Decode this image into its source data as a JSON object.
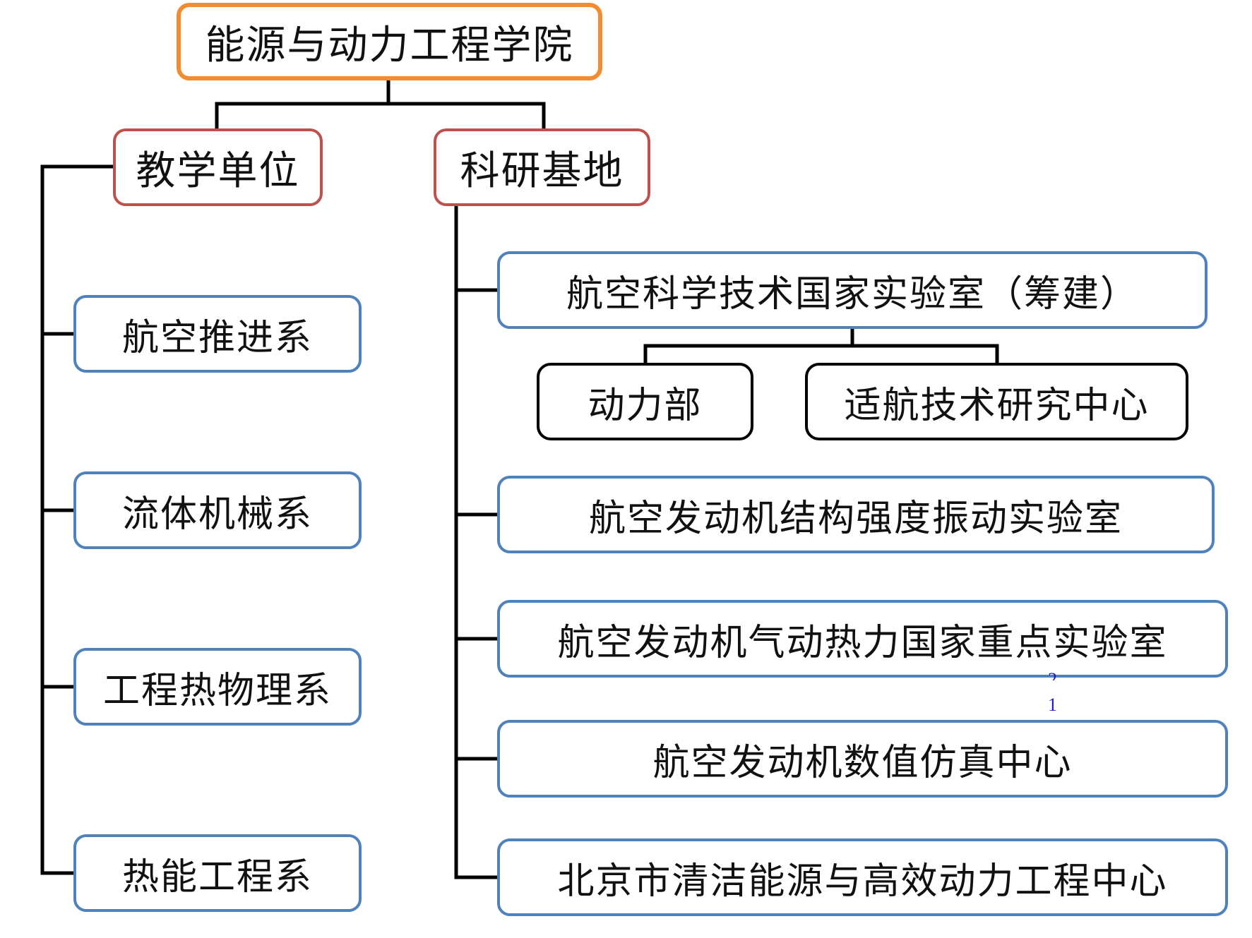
{
  "colors": {
    "root_border": "#f28c2e",
    "category_border": "#c0504d",
    "unit_border": "#4f81bd",
    "sub_border": "#000000",
    "connector": "#000000",
    "page_number": "#1a1acc"
  },
  "root": {
    "label": "能源与动力工程学院"
  },
  "teaching": {
    "label": "教学单位",
    "units": [
      {
        "label": "航空推进系"
      },
      {
        "label": "流体机械系"
      },
      {
        "label": "工程热物理系"
      },
      {
        "label": "热能工程系"
      }
    ]
  },
  "research": {
    "label": "科研基地",
    "labs": [
      {
        "label": "航空科学技术国家实验室（筹建）",
        "subunits": [
          {
            "label": "动力部"
          },
          {
            "label": "适航技术研究中心"
          }
        ]
      },
      {
        "label": "航空发动机结构强度振动实验室"
      },
      {
        "label": "航空发动机气动热力国家重点实验室"
      },
      {
        "label": "航空发动机数值仿真中心"
      },
      {
        "label": "北京市清洁能源与高效动力工程中心"
      }
    ]
  },
  "page_numbers": [
    "2",
    "1"
  ]
}
